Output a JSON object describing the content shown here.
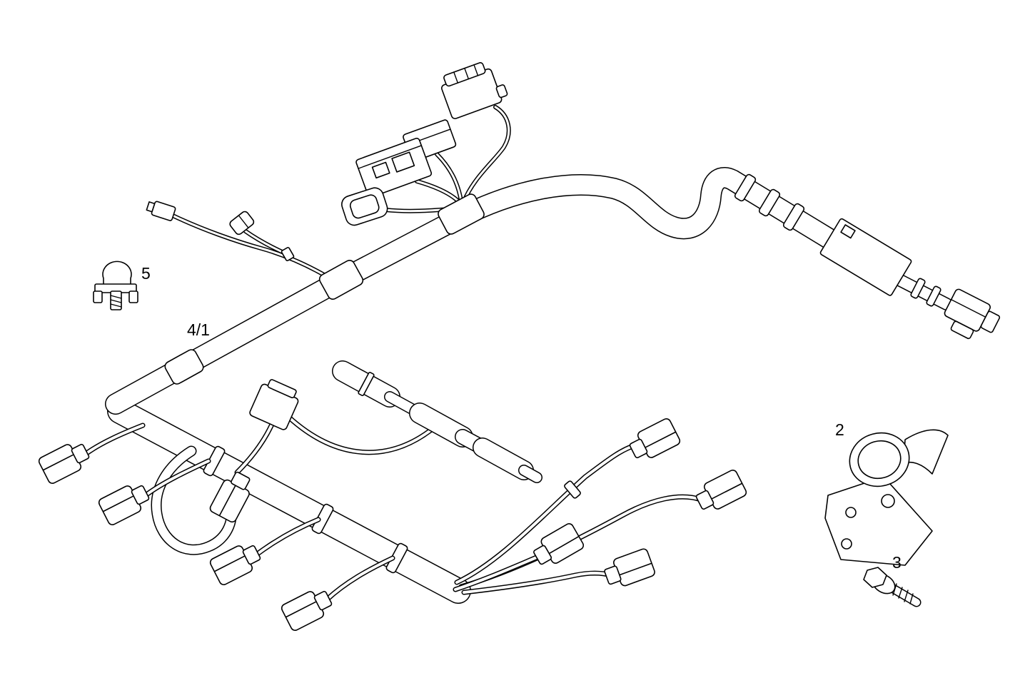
{
  "diagram": {
    "background_color": "#ffffff",
    "line_color": "#000000",
    "labels": {
      "clamp": "5",
      "harness": "4/1",
      "bracket": "2",
      "bolt": "3"
    }
  }
}
